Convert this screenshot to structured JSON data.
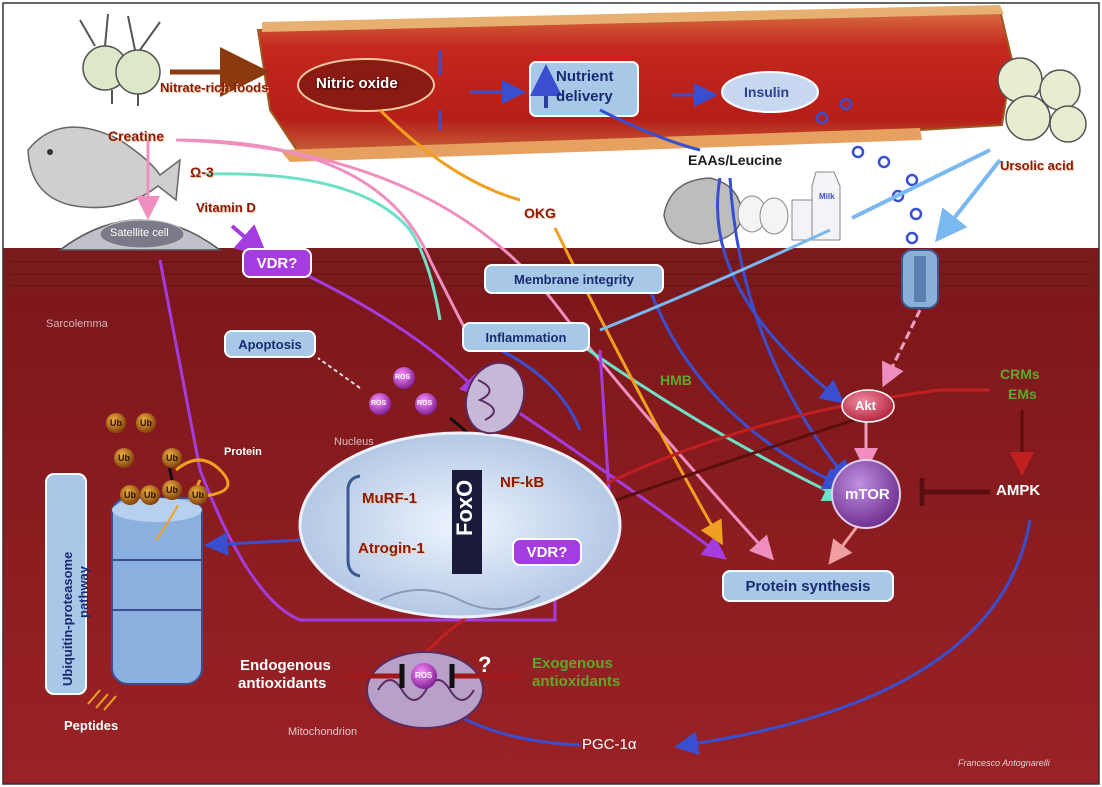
{
  "labels": {
    "nitrate_foods": "Nitrate-rich foods",
    "nitric_oxide": "Nitric oxide",
    "nutrient_delivery_line1": "Nutrient",
    "nutrient_delivery_line2": "delivery",
    "insulin": "Insulin",
    "eaas_leucine": "EAAs/Leucine",
    "ursolic_acid": "Ursolic acid",
    "creatine": "Creatine",
    "omega3": "Ω-3",
    "vitamin_d": "Vitamin D",
    "okg": "OKG",
    "milk": "Milk",
    "satellite_cell": "Satellite cell",
    "vdr_top": "VDR?",
    "membrane_integrity": "Membrane integrity",
    "sarcolemma": "Sarcolemma",
    "apoptosis": "Apoptosis",
    "inflammation": "Inflammation",
    "hmb": "HMB",
    "crms": "CRMs",
    "ems": "EMs",
    "ros1": "ROS",
    "ros2": "ROS",
    "ros3": "ROS",
    "nucleus": "Nucleus",
    "protein": "Protein",
    "ub": "Ub",
    "akt": "Akt",
    "murf1": "MuRF-1",
    "atrogin1": "Atrogin-1",
    "foxo": "FoxO",
    "nfkb": "NF-kB",
    "vdr_nuc": "VDR?",
    "mtor": "mTOR",
    "ampk": "AMPK",
    "protein_synthesis": "Protein synthesis",
    "ups_line1": "Ubiquitin-proteasome",
    "ups_line2": "pathway",
    "endogenous_line1": "Endogenous",
    "endogenous_line2": "antioxidants",
    "exogenous_line1": "Exogenous",
    "exogenous_line2": "antioxidants",
    "question": "?",
    "ros_mito": "ROS",
    "peptides": "Peptides",
    "mitochondrion": "Mitochondrion",
    "pgc1a": "PGC-1α",
    "author": "Francesco Antognarelli"
  },
  "colors": {
    "muscle": "#8e1c20",
    "muscle_dark": "#6a1014",
    "vessel": "#c0392b",
    "pink": "#ee8fc0",
    "teal": "#6fe0c8",
    "purple": "#a43ce0",
    "orange": "#f0a020",
    "blue": "#3a4fd0",
    "lightblue": "#79b8f0",
    "darkred": "#a01818",
    "green_text": "#5fa82a"
  }
}
